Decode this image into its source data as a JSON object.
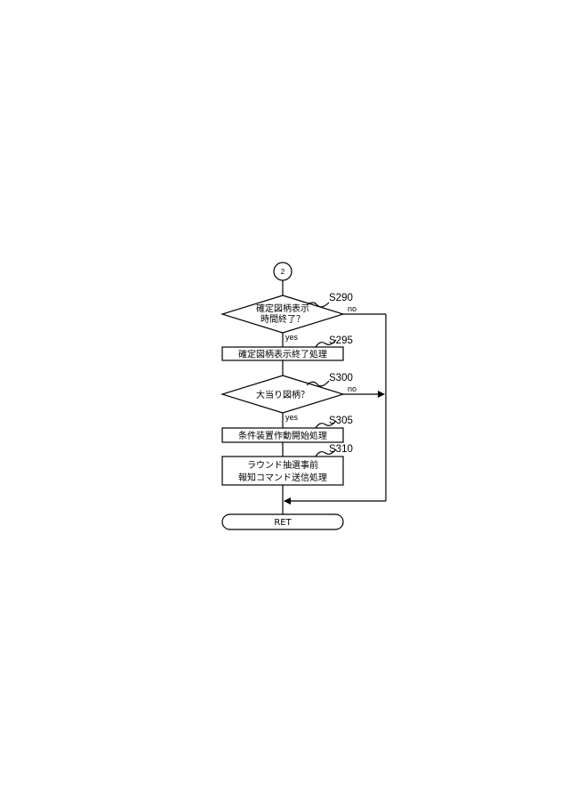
{
  "flowchart": {
    "connector_label": "2",
    "steps": {
      "s290": {
        "id": "S290",
        "lines": [
          "確定図柄表示",
          "時間終了？"
        ],
        "yes": "yes",
        "no": "no"
      },
      "s295": {
        "id": "S295",
        "text": "確定図柄表示終了処理"
      },
      "s300": {
        "id": "S300",
        "text": "大当り図柄？",
        "yes": "yes",
        "no": "no"
      },
      "s305": {
        "id": "S305",
        "text": "条件装置作動開始処理"
      },
      "s310": {
        "id": "S310",
        "lines": [
          "ラウンド抽選事前",
          "報知コマンド送信処理"
        ]
      }
    },
    "terminal": "RET"
  }
}
